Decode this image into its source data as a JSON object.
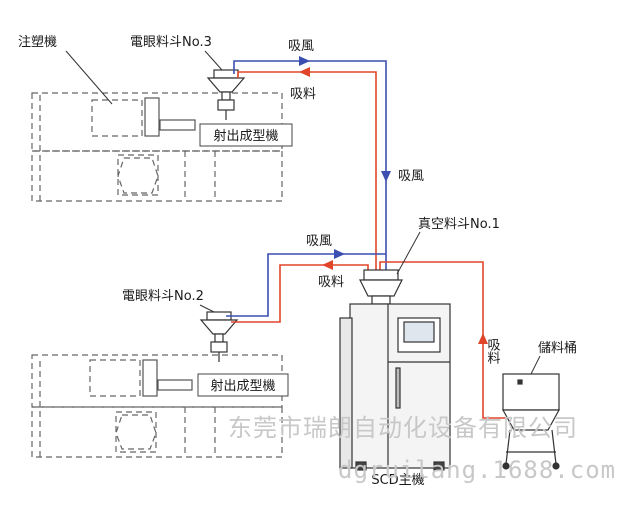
{
  "labels": {
    "injection_machine": "注塑機",
    "hopper_no3": "電眼料斗No.3",
    "hopper_no2": "電眼料斗No.2",
    "vacuum_hopper_no1": "真空料斗No.1",
    "molding_machine_top": "射出成型機",
    "molding_machine_bottom": "射出成型機",
    "suction_air_top": "吸風",
    "suction_material_top": "吸料",
    "suction_air_right": "吸風",
    "suction_air_mid": "吸風",
    "suction_material_mid": "吸料",
    "suction_material_vertical": "吸料",
    "storage_tank": "儲料桶",
    "scd_main_unit": "SCD主機"
  },
  "watermark": {
    "line1": "东莞市瑞朗自动化设备有限公司",
    "line2": "dgruilang.1688.com"
  },
  "colors": {
    "air_line": "#3a4fb0",
    "material_line": "#e0452a",
    "outline": "#555555"
  }
}
